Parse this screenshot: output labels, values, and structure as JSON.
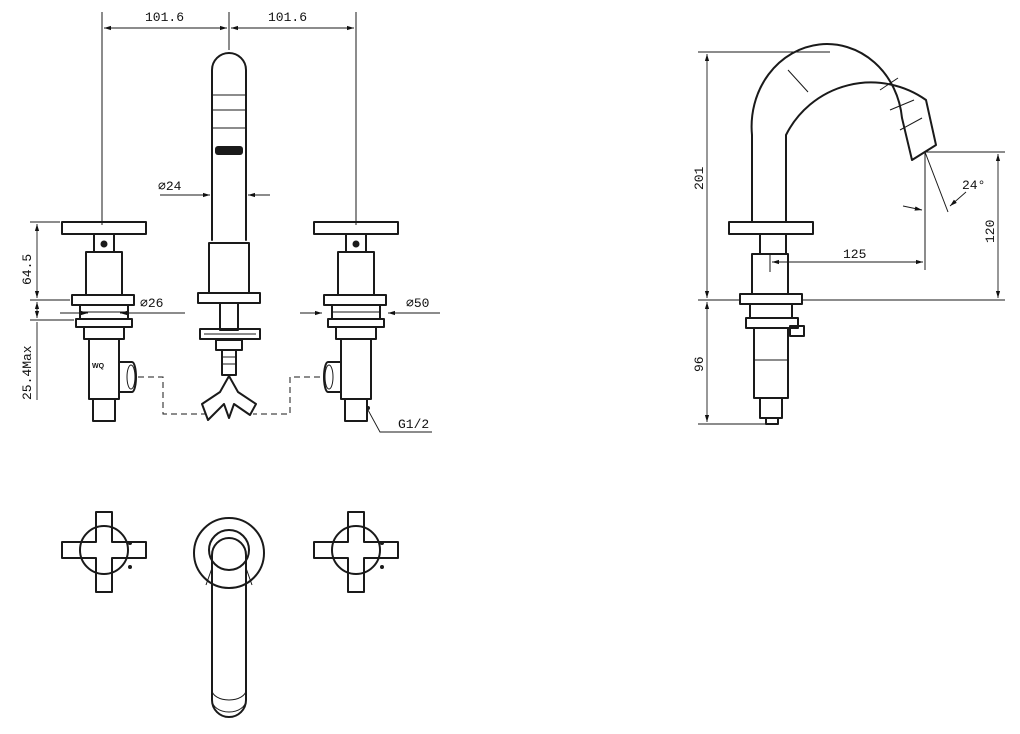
{
  "dimensions": {
    "spacing_left": "101.6",
    "spacing_right": "101.6",
    "spout_diameter": "∅24",
    "handle_height": "64.5",
    "shank_diameter": "∅26",
    "flange_diameter": "∅50",
    "deck_thickness": "25.4Max",
    "thread": "G1/2",
    "overall_height": "201",
    "outlet_height": "120",
    "spout_reach": "125",
    "below_deck": "96",
    "spout_angle": "24°"
  },
  "markings": {
    "valve_mark": "WQ"
  }
}
